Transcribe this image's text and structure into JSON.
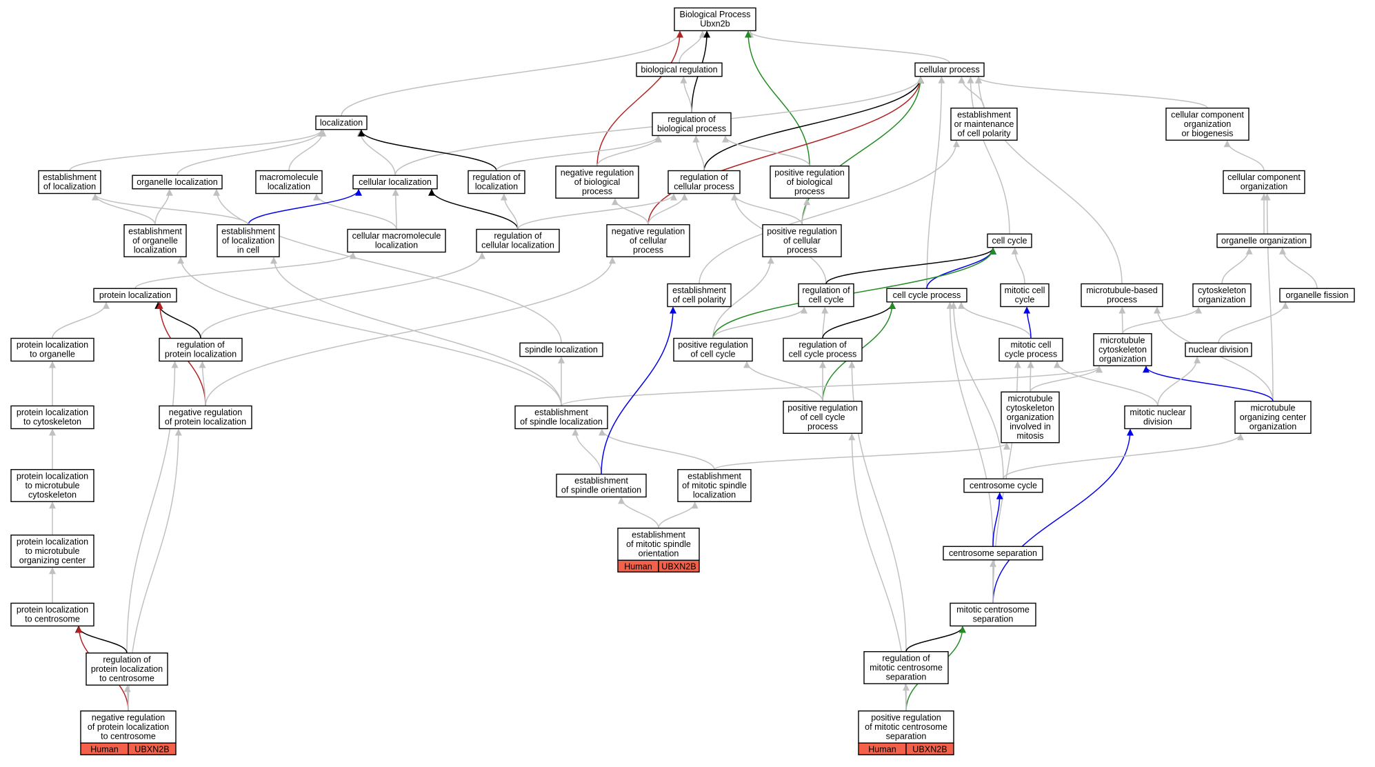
{
  "colors": {
    "default": "#c0c0c0",
    "is_a": "#000000",
    "regulates": "#0000ee",
    "neg": "#b22222",
    "pos": "#228b22",
    "annotation": "#f4614a"
  },
  "nodes": [
    {
      "id": "bp",
      "lines": [
        "Biological Process",
        "Ubxn2b"
      ]
    },
    {
      "id": "biorg",
      "lines": [
        "biological regulation"
      ]
    },
    {
      "id": "cellproc",
      "lines": [
        "cellular process"
      ]
    },
    {
      "id": "loc",
      "lines": [
        "localization"
      ]
    },
    {
      "id": "regbp",
      "lines": [
        "regulation of",
        "biological process"
      ]
    },
    {
      "id": "estmaint",
      "lines": [
        "establishment",
        "or maintenance",
        "of cell polarity"
      ]
    },
    {
      "id": "ccob",
      "lines": [
        "cellular component",
        "organization",
        "or biogenesis"
      ]
    },
    {
      "id": "estloc",
      "lines": [
        "establishment",
        "of localization"
      ]
    },
    {
      "id": "organloc",
      "lines": [
        "organelle localization"
      ]
    },
    {
      "id": "macroloc",
      "lines": [
        "macromolecule",
        "localization"
      ]
    },
    {
      "id": "cellloc",
      "lines": [
        "cellular localization"
      ]
    },
    {
      "id": "regloc",
      "lines": [
        "regulation of",
        "localization"
      ]
    },
    {
      "id": "negbp",
      "lines": [
        "negative regulation",
        "of biological",
        "process"
      ]
    },
    {
      "id": "regcp",
      "lines": [
        "regulation of",
        "cellular process"
      ]
    },
    {
      "id": "posbp",
      "lines": [
        "positive regulation",
        "of biological",
        "process"
      ]
    },
    {
      "id": "cco",
      "lines": [
        "cellular component",
        "organization"
      ]
    },
    {
      "id": "estorgloc",
      "lines": [
        "establishment",
        "of organelle",
        "localization"
      ]
    },
    {
      "id": "estlocincell",
      "lines": [
        "establishment",
        "of localization",
        "in cell"
      ]
    },
    {
      "id": "cmacroloc",
      "lines": [
        "cellular macromolecule",
        "localization"
      ]
    },
    {
      "id": "regcellloc",
      "lines": [
        "regulation of",
        "cellular localization"
      ]
    },
    {
      "id": "negcp",
      "lines": [
        "negative regulation",
        "of cellular",
        "process"
      ]
    },
    {
      "id": "poscp",
      "lines": [
        "positive regulation",
        "of cellular",
        "process"
      ]
    },
    {
      "id": "cellcycle",
      "lines": [
        "cell cycle"
      ]
    },
    {
      "id": "orgorg",
      "lines": [
        "organelle organization"
      ]
    },
    {
      "id": "protloc",
      "lines": [
        "protein localization"
      ]
    },
    {
      "id": "estcellpol",
      "lines": [
        "establishment",
        "of cell polarity"
      ]
    },
    {
      "id": "regcc",
      "lines": [
        "regulation of",
        "cell cycle"
      ]
    },
    {
      "id": "ccproc",
      "lines": [
        "cell cycle process"
      ]
    },
    {
      "id": "mitcc",
      "lines": [
        "mitotic cell",
        "cycle"
      ]
    },
    {
      "id": "mtbp",
      "lines": [
        "microtubule-based",
        "process"
      ]
    },
    {
      "id": "cytorg",
      "lines": [
        "cytoskeleton",
        "organization"
      ]
    },
    {
      "id": "orgfis",
      "lines": [
        "organelle fission"
      ]
    },
    {
      "id": "plorg",
      "lines": [
        "protein localization",
        "to organelle"
      ]
    },
    {
      "id": "regpl",
      "lines": [
        "regulation of",
        "protein localization"
      ]
    },
    {
      "id": "spinloc",
      "lines": [
        "spindle localization"
      ]
    },
    {
      "id": "posregcc",
      "lines": [
        "positive regulation",
        "of cell cycle"
      ]
    },
    {
      "id": "regccp",
      "lines": [
        "regulation of",
        "cell cycle process"
      ]
    },
    {
      "id": "mitccp",
      "lines": [
        "mitotic cell",
        "cycle process"
      ]
    },
    {
      "id": "mtco",
      "lines": [
        "microtubule",
        "cytoskeleton",
        "organization"
      ]
    },
    {
      "id": "nucdiv",
      "lines": [
        "nuclear division"
      ]
    },
    {
      "id": "plcyto",
      "lines": [
        "protein localization",
        "to cytoskeleton"
      ]
    },
    {
      "id": "negpl",
      "lines": [
        "negative regulation",
        "of protein localization"
      ]
    },
    {
      "id": "estspinloc",
      "lines": [
        "establishment",
        "of spindle localization"
      ]
    },
    {
      "id": "posccp",
      "lines": [
        "positive regulation",
        "of cell cycle",
        "process"
      ]
    },
    {
      "id": "mtcomit",
      "lines": [
        "microtubule",
        "cytoskeleton",
        "organization",
        "involved in",
        "mitosis"
      ]
    },
    {
      "id": "mitnucdiv",
      "lines": [
        "mitotic nuclear",
        "division"
      ]
    },
    {
      "id": "mtoc",
      "lines": [
        "microtubule",
        "organizing center",
        "organization"
      ]
    },
    {
      "id": "plmtcyto",
      "lines": [
        "protein localization",
        "to microtubule",
        "cytoskeleton"
      ]
    },
    {
      "id": "estspinori",
      "lines": [
        "establishment",
        "of spindle orientation"
      ]
    },
    {
      "id": "estmitspinloc",
      "lines": [
        "establishment",
        "of mitotic spindle",
        "localization"
      ]
    },
    {
      "id": "centcyc",
      "lines": [
        "centrosome cycle"
      ]
    },
    {
      "id": "plmtoc",
      "lines": [
        "protein localization",
        "to microtubule",
        "organizing center"
      ]
    },
    {
      "id": "estmitspinori",
      "lines": [
        "establishment",
        "of mitotic spindle",
        "orientation"
      ],
      "annotation": [
        "Human",
        "UBXN2B"
      ]
    },
    {
      "id": "centsep",
      "lines": [
        "centrosome separation"
      ]
    },
    {
      "id": "plcent",
      "lines": [
        "protein localization",
        "to centrosome"
      ]
    },
    {
      "id": "mitcentsep",
      "lines": [
        "mitotic centrosome",
        "separation"
      ]
    },
    {
      "id": "regplcent",
      "lines": [
        "regulation of",
        "protein localization",
        "to centrosome"
      ]
    },
    {
      "id": "regmitcentsep",
      "lines": [
        "regulation of",
        "mitotic centrosome",
        "separation"
      ]
    },
    {
      "id": "negplcent",
      "lines": [
        "negative regulation",
        "of protein localization",
        "to centrosome"
      ],
      "annotation": [
        "Human",
        "UBXN2B"
      ]
    },
    {
      "id": "posmitcentsep",
      "lines": [
        "positive regulation",
        "of mitotic centrosome",
        "separation"
      ],
      "annotation": [
        "Human",
        "UBXN2B"
      ]
    }
  ],
  "edges": [
    {
      "from": "biorg",
      "to": "bp",
      "type": "default"
    },
    {
      "from": "cellproc",
      "to": "bp",
      "type": "default"
    },
    {
      "from": "loc",
      "to": "bp",
      "type": "default"
    },
    {
      "from": "regbp",
      "to": "bp",
      "type": "is_a"
    },
    {
      "from": "negbp",
      "to": "bp",
      "type": "neg"
    },
    {
      "from": "posbp",
      "to": "bp",
      "type": "pos"
    },
    {
      "from": "regbp",
      "to": "biorg",
      "type": "default"
    },
    {
      "from": "regcp",
      "to": "cellproc",
      "type": "is_a"
    },
    {
      "from": "negcp",
      "to": "cellproc",
      "type": "neg"
    },
    {
      "from": "poscp",
      "to": "cellproc",
      "type": "pos"
    },
    {
      "from": "cellloc",
      "to": "cellproc",
      "type": "default"
    },
    {
      "from": "estmaint",
      "to": "cellproc",
      "type": "default"
    },
    {
      "from": "ccob",
      "to": "cellproc",
      "type": "default"
    },
    {
      "from": "cellcycle",
      "to": "cellproc",
      "type": "default"
    },
    {
      "from": "ccproc",
      "to": "cellproc",
      "type": "default"
    },
    {
      "from": "mtbp",
      "to": "cellproc",
      "type": "default"
    },
    {
      "from": "estloc",
      "to": "loc",
      "type": "default"
    },
    {
      "from": "organloc",
      "to": "loc",
      "type": "default"
    },
    {
      "from": "macroloc",
      "to": "loc",
      "type": "default"
    },
    {
      "from": "cellloc",
      "to": "loc",
      "type": "default"
    },
    {
      "from": "regloc",
      "to": "loc",
      "type": "is_a"
    },
    {
      "from": "negbp",
      "to": "regbp",
      "type": "default"
    },
    {
      "from": "regcp",
      "to": "regbp",
      "type": "default"
    },
    {
      "from": "posbp",
      "to": "regbp",
      "type": "default"
    },
    {
      "from": "regloc",
      "to": "regbp",
      "type": "default"
    },
    {
      "from": "estcellpol",
      "to": "estmaint",
      "type": "default"
    },
    {
      "from": "cco",
      "to": "ccob",
      "type": "default"
    },
    {
      "from": "estorgloc",
      "to": "estloc",
      "type": "default"
    },
    {
      "from": "estlocincell",
      "to": "estloc",
      "type": "default"
    },
    {
      "from": "estorgloc",
      "to": "organloc",
      "type": "default"
    },
    {
      "from": "cmacroloc",
      "to": "macroloc",
      "type": "default"
    },
    {
      "from": "estlocincell",
      "to": "cellloc",
      "type": "regulates"
    },
    {
      "from": "cmacroloc",
      "to": "cellloc",
      "type": "default"
    },
    {
      "from": "regcellloc",
      "to": "cellloc",
      "type": "is_a"
    },
    {
      "from": "regcellloc",
      "to": "regloc",
      "type": "default"
    },
    {
      "from": "negcp",
      "to": "negbp",
      "type": "default"
    },
    {
      "from": "negcp",
      "to": "regcp",
      "type": "default"
    },
    {
      "from": "poscp",
      "to": "regcp",
      "type": "default"
    },
    {
      "from": "regcellloc",
      "to": "regcp",
      "type": "default"
    },
    {
      "from": "regcc",
      "to": "regcp",
      "type": "default"
    },
    {
      "from": "poscp",
      "to": "posbp",
      "type": "default"
    },
    {
      "from": "orgorg",
      "to": "cco",
      "type": "default"
    },
    {
      "from": "mtoc",
      "to": "cco",
      "type": "default"
    },
    {
      "from": "estspinloc",
      "to": "estorgloc",
      "type": "default"
    },
    {
      "from": "estspinloc",
      "to": "estlocincell",
      "type": "default"
    },
    {
      "from": "protloc",
      "to": "cmacroloc",
      "type": "default"
    },
    {
      "from": "spinloc",
      "to": "organloc",
      "type": "default"
    },
    {
      "from": "regpl",
      "to": "regcellloc",
      "type": "default"
    },
    {
      "from": "negpl",
      "to": "negcp",
      "type": "default"
    },
    {
      "from": "posregcc",
      "to": "poscp",
      "type": "default"
    },
    {
      "from": "regcc",
      "to": "cellcycle",
      "type": "is_a"
    },
    {
      "from": "ccproc",
      "to": "cellcycle",
      "type": "regulates"
    },
    {
      "from": "mitcc",
      "to": "cellcycle",
      "type": "default"
    },
    {
      "from": "posregcc",
      "to": "cellcycle",
      "type": "pos"
    },
    {
      "from": "cytorg",
      "to": "orgorg",
      "type": "default"
    },
    {
      "from": "orgfis",
      "to": "orgorg",
      "type": "default"
    },
    {
      "from": "plorg",
      "to": "protloc",
      "type": "default"
    },
    {
      "from": "regpl",
      "to": "protloc",
      "type": "is_a"
    },
    {
      "from": "negpl",
      "to": "protloc",
      "type": "neg"
    },
    {
      "from": "posregcc",
      "to": "regcc",
      "type": "default"
    },
    {
      "from": "regccp",
      "to": "regcc",
      "type": "default"
    },
    {
      "from": "regccp",
      "to": "ccproc",
      "type": "is_a"
    },
    {
      "from": "posccp",
      "to": "ccproc",
      "type": "pos"
    },
    {
      "from": "mitccp",
      "to": "ccproc",
      "type": "default"
    },
    {
      "from": "centcyc",
      "to": "ccproc",
      "type": "default"
    },
    {
      "from": "centsep",
      "to": "ccproc",
      "type": "default"
    },
    {
      "from": "mitccp",
      "to": "mitcc",
      "type": "regulates"
    },
    {
      "from": "mtco",
      "to": "mtbp",
      "type": "default"
    },
    {
      "from": "mtoc",
      "to": "mtbp",
      "type": "default"
    },
    {
      "from": "mtco",
      "to": "cytorg",
      "type": "default"
    },
    {
      "from": "nucdiv",
      "to": "orgfis",
      "type": "default"
    },
    {
      "from": "plcyto",
      "to": "plorg",
      "type": "default"
    },
    {
      "from": "negpl",
      "to": "regpl",
      "type": "default"
    },
    {
      "from": "regplcent",
      "to": "regpl",
      "type": "default"
    },
    {
      "from": "estspinloc",
      "to": "spinloc",
      "type": "default"
    },
    {
      "from": "posccp",
      "to": "posregcc",
      "type": "default"
    },
    {
      "from": "posccp",
      "to": "regccp",
      "type": "default"
    },
    {
      "from": "regmitcentsep",
      "to": "regccp",
      "type": "default"
    },
    {
      "from": "mtcomit",
      "to": "mitccp",
      "type": "default"
    },
    {
      "from": "mitnucdiv",
      "to": "mitccp",
      "type": "default"
    },
    {
      "from": "mitcentsep",
      "to": "mitccp",
      "type": "default"
    },
    {
      "from": "mtoc",
      "to": "mtco",
      "type": "regulates"
    },
    {
      "from": "estspinloc",
      "to": "mtco",
      "type": "default"
    },
    {
      "from": "mtcomit",
      "to": "mtco",
      "type": "default"
    },
    {
      "from": "mitnucdiv",
      "to": "nucdiv",
      "type": "default"
    },
    {
      "from": "plmtcyto",
      "to": "plcyto",
      "type": "default"
    },
    {
      "from": "negplcent",
      "to": "negpl",
      "type": "default"
    },
    {
      "from": "estspinori",
      "to": "estspinloc",
      "type": "default"
    },
    {
      "from": "estmitspinloc",
      "to": "estspinloc",
      "type": "default"
    },
    {
      "from": "estspinori",
      "to": "estcellpol",
      "type": "regulates"
    },
    {
      "from": "posmitcentsep",
      "to": "posccp",
      "type": "default"
    },
    {
      "from": "estmitspinloc",
      "to": "mtcomit",
      "type": "default"
    },
    {
      "from": "mitcentsep",
      "to": "mitnucdiv",
      "type": "regulates"
    },
    {
      "from": "centcyc",
      "to": "mtoc",
      "type": "default"
    },
    {
      "from": "plmtoc",
      "to": "plmtcyto",
      "type": "default"
    },
    {
      "from": "estmitspinori",
      "to": "estspinori",
      "type": "default"
    },
    {
      "from": "estmitspinori",
      "to": "estmitspinloc",
      "type": "default"
    },
    {
      "from": "centsep",
      "to": "centcyc",
      "type": "regulates"
    },
    {
      "from": "plcent",
      "to": "plmtoc",
      "type": "default"
    },
    {
      "from": "mitcentsep",
      "to": "centsep",
      "type": "default"
    },
    {
      "from": "regplcent",
      "to": "plcent",
      "type": "is_a"
    },
    {
      "from": "negplcent",
      "to": "plcent",
      "type": "neg"
    },
    {
      "from": "regmitcentsep",
      "to": "mitcentsep",
      "type": "is_a"
    },
    {
      "from": "posmitcentsep",
      "to": "mitcentsep",
      "type": "pos"
    },
    {
      "from": "negplcent",
      "to": "regplcent",
      "type": "default"
    },
    {
      "from": "posmitcentsep",
      "to": "regmitcentsep",
      "type": "default"
    }
  ]
}
